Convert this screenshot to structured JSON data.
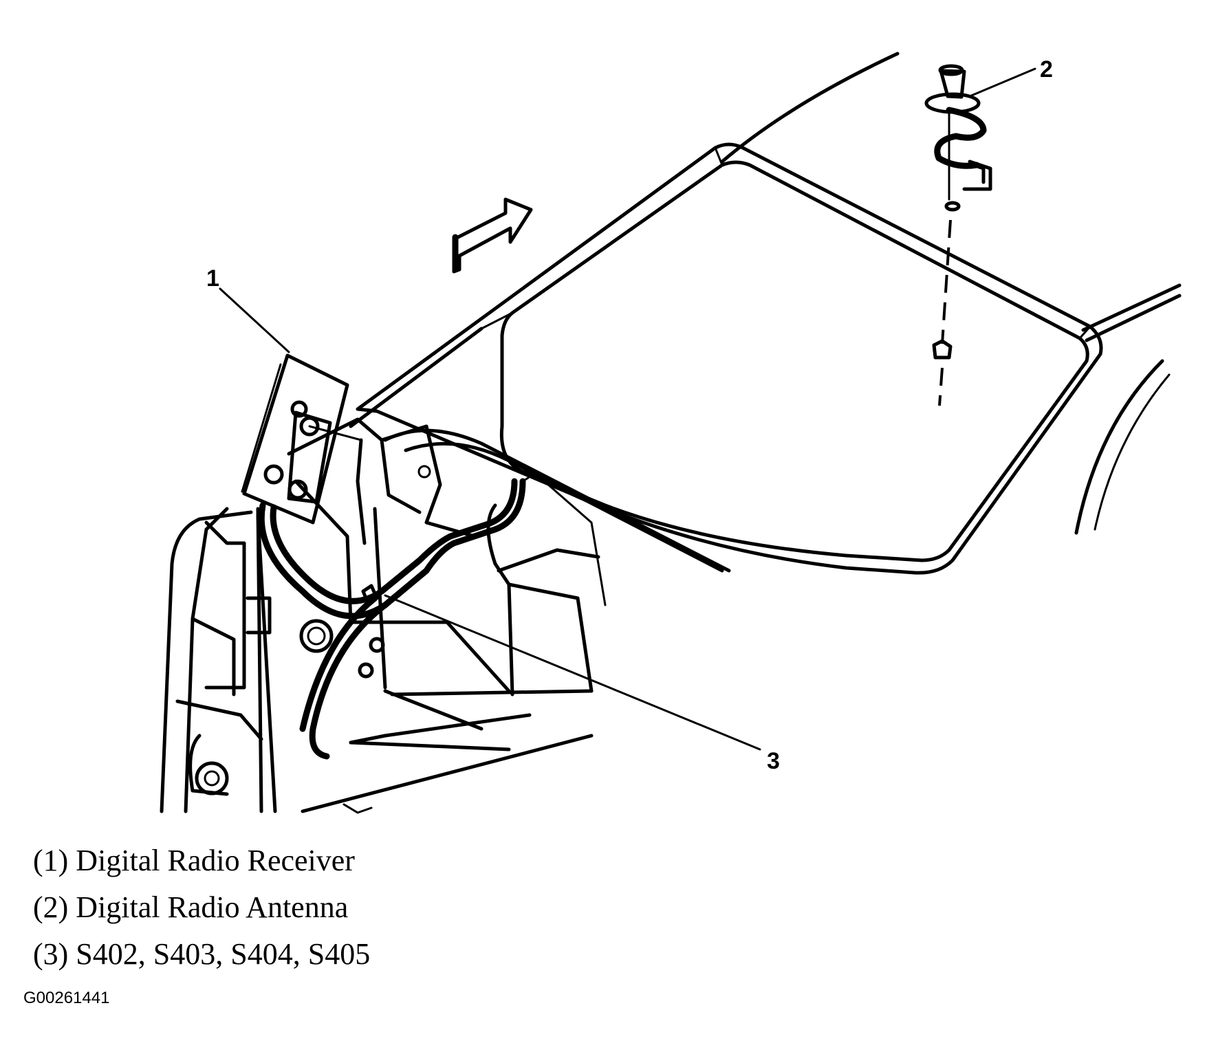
{
  "callouts": {
    "c1": "1",
    "c2": "2",
    "c3": "3"
  },
  "legend": [
    "(1) Digital Radio Receiver",
    "(2) Digital Radio Antenna",
    "(3) S402, S403, S404, S405"
  ],
  "figure_id": "G00261441"
}
